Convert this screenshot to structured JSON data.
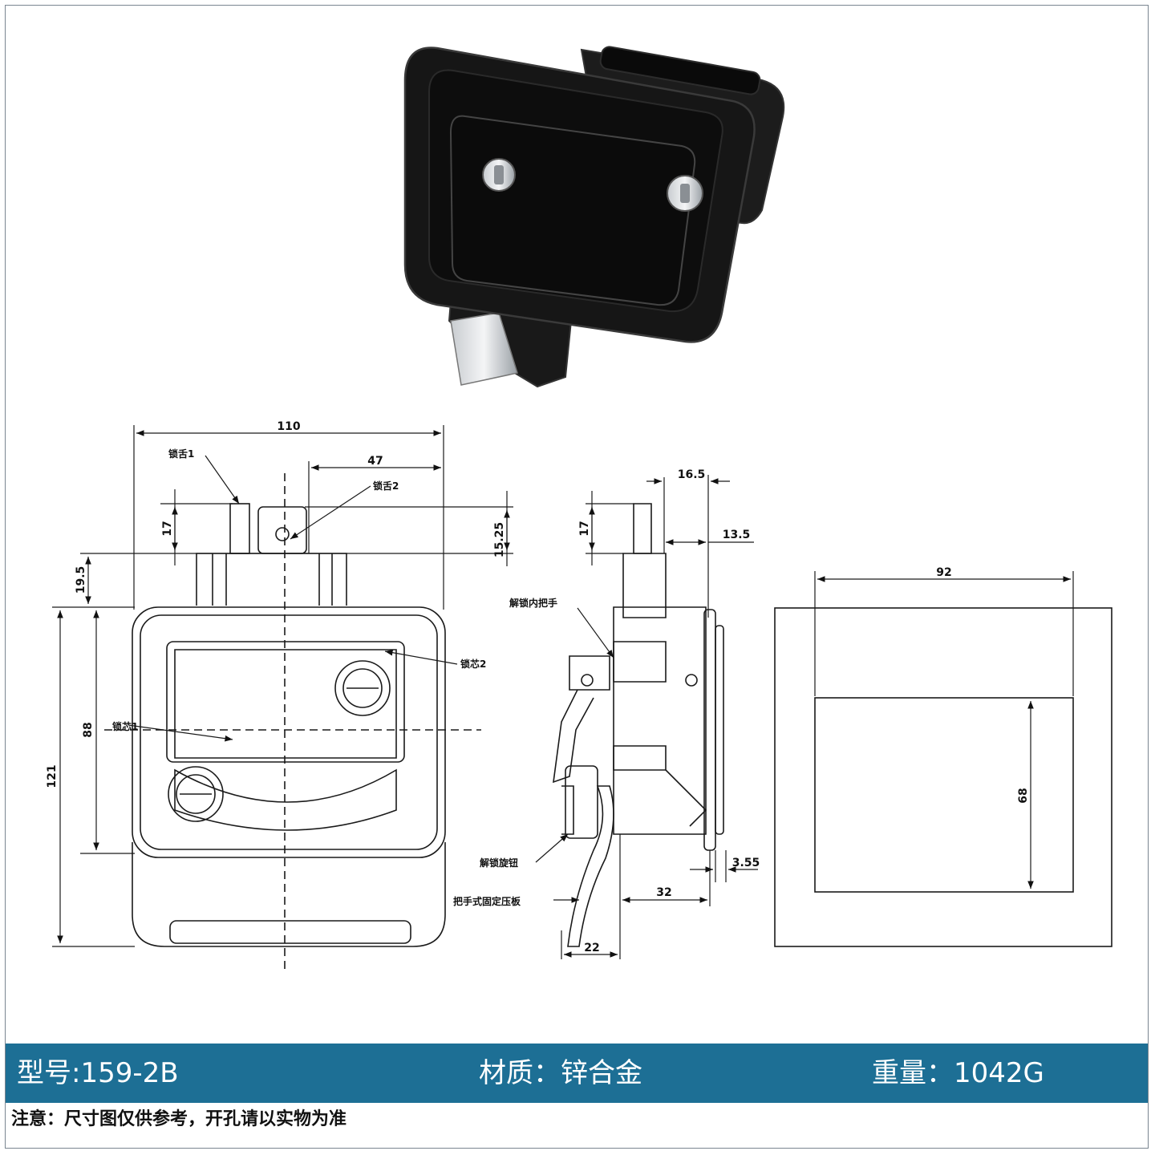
{
  "dimensions": {
    "width_110": "110",
    "offset_47": "47",
    "height_17_front": "17",
    "height_15_25": "15.25",
    "height_19_5": "19.5",
    "height_88": "88",
    "height_121": "121",
    "depth_16_5": "16.5",
    "height_17_side": "17",
    "depth_13_5": "13.5",
    "depth_3_55": "3.55",
    "depth_32": "32",
    "depth_22": "22",
    "cutout_width_92": "92",
    "cutout_height_68": "68"
  },
  "labels": {
    "bolt_1": "锁舌1",
    "bolt_2": "锁舌2",
    "lock_core_1": "锁芯1",
    "lock_core_2": "锁芯2",
    "inner_handle": "解锁内把手",
    "release_knob": "解锁旋钮",
    "mounting_plate": "把手式固定压板"
  },
  "specs": {
    "model": "型号:159-2B",
    "material": "材质：锌合金",
    "weight": "重量：1042G"
  },
  "note": "注意：尺寸图仅供参考，开孔请以实物为准",
  "colors": {
    "spec_bar": "#1d6f95",
    "line": "#1a1a1a",
    "product_body": "#141414"
  }
}
